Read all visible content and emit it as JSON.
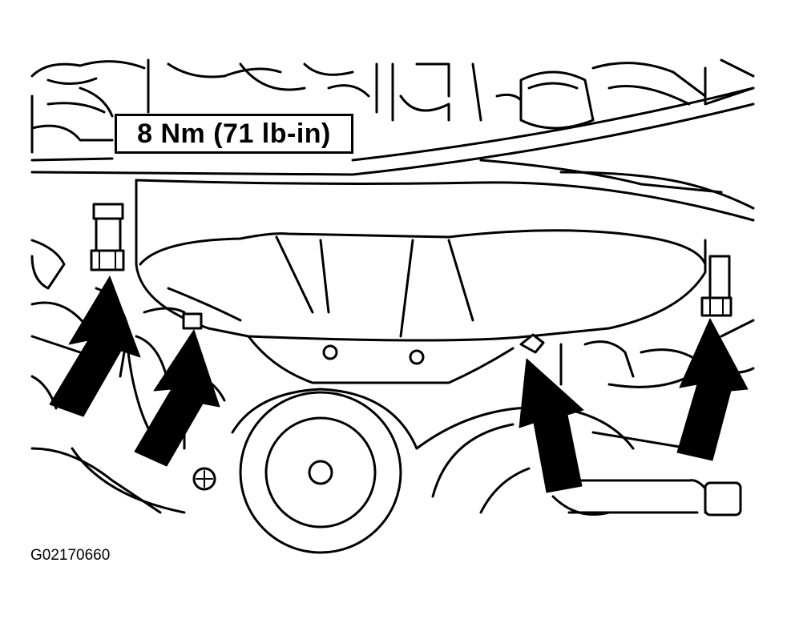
{
  "callout": {
    "torque_spec": "8 Nm (71 lb-in)"
  },
  "figure_id": "G02170660",
  "colors": {
    "ink": "#000000",
    "paper": "#ffffff"
  },
  "arrows": [
    {
      "name": "bolt-arrow-left-rear",
      "target": "front-cover-bolt"
    },
    {
      "name": "bolt-arrow-left",
      "target": "oil-pan-bolt"
    },
    {
      "name": "bolt-arrow-right",
      "target": "oil-pan-bolt"
    },
    {
      "name": "bolt-arrow-right-rear",
      "target": "front-cover-bolt"
    }
  ]
}
